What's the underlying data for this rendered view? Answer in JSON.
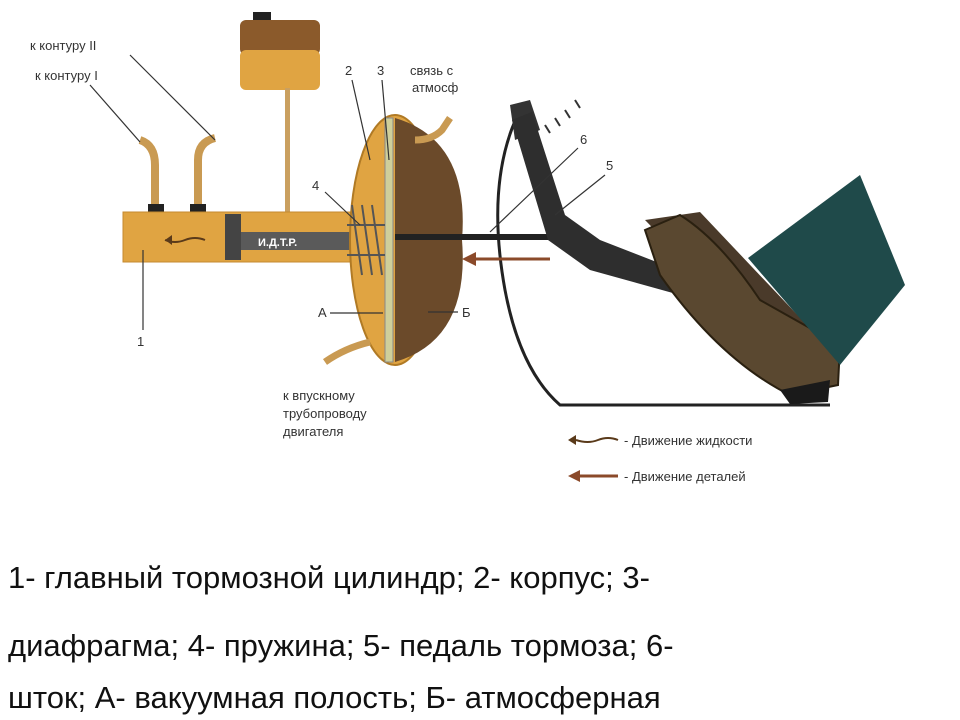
{
  "labels": {
    "contour2": "к контуру II",
    "contour1": "к контуру I",
    "n1": "1",
    "n2": "2",
    "n3": "3",
    "n4": "4",
    "n5": "5",
    "n6": "6",
    "atm1": "связь с",
    "atm2": "атмосф",
    "A": "А",
    "B": "Б",
    "intake1": "к впускному",
    "intake2": "трубопроводу",
    "intake3": "двигателя",
    "brand": "И.Д.Т.Р.",
    "legend_fluid": "- Движение жидкости",
    "legend_parts": "- Движение деталей"
  },
  "caption": {
    "line1": "1- главный тормозной цилиндр; 2- корпус; 3-",
    "line2": "диафрагма; 4- пружина; 5- педаль тормоза; 6-",
    "line3": "шток; А- вакуумная полость; Б- атмосферная"
  },
  "colors": {
    "metal": "#e0a442",
    "reservoir": "#8b5a2b",
    "boot": "#1f4a4a",
    "arrow": "#8b4a2a"
  }
}
